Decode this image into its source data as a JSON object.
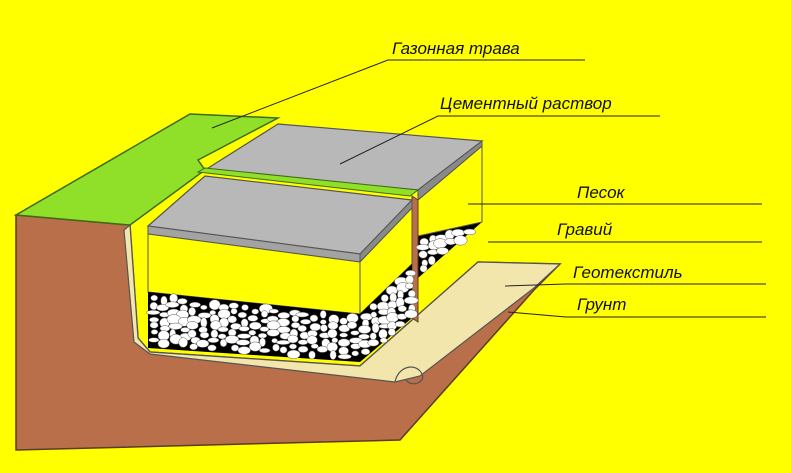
{
  "labels": {
    "lawn_grass": "Газонная трава",
    "cement_mortar": "Цементный раствор",
    "sand": "Песок",
    "gravel": "Гравий",
    "geotextile": "Геотекстиль",
    "soil": "Грунт"
  },
  "colors": {
    "background": "#ffff00",
    "grass": "#90e02a",
    "soil": "#b86f4a",
    "geotextile": "#f3e6ad",
    "sand": "#ffff00",
    "slab_top": "#b8b8b8",
    "gravel_fill": "#000000",
    "stone": "#ffffff"
  }
}
